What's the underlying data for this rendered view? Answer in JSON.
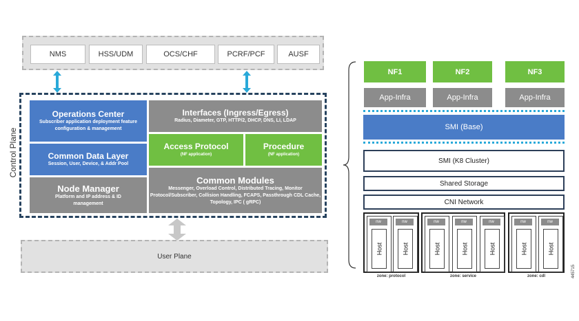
{
  "external_systems": [
    "NMS",
    "HSS/UDM",
    "OCS/CHF",
    "PCRF/PCF",
    "AUSF"
  ],
  "control_plane": {
    "label": "Control Plane",
    "operations_center": {
      "title": "Operations Center",
      "subtitle": "Subscriber application deployment feature configuration & management"
    },
    "common_data_layer": {
      "title": "Common Data Layer",
      "subtitle": "Session, User, Device, & Addr Pool"
    },
    "node_manager": {
      "title": "Node Manager",
      "subtitle": "Platform and IP address & ID management"
    },
    "interfaces": {
      "title": "Interfaces (Ingress/Egress)",
      "subtitle": "Radius, Diameter, GTP, HTTP/2, DHCP, DNS, LI, LDAP"
    },
    "access_protocol": {
      "title": "Access Protocol",
      "subtitle": "(NF application)"
    },
    "procedure": {
      "title": "Procedure",
      "subtitle": "(NF application)"
    },
    "common_modules": {
      "title": "Common Modules",
      "subtitle": "Messenger, Overload Control, Distributed Tracing, Monitor Protocol/Subscriber, Collision Handling, FCAPS, Passthrough CDL Cache, Topology, IPC ( gRPC)"
    }
  },
  "user_plane": {
    "label": "User Plane"
  },
  "right": {
    "nfs": [
      {
        "name": "NF1",
        "infra": "App-Infra"
      },
      {
        "name": "NF2",
        "infra": "App-Infra"
      },
      {
        "name": "NF3",
        "infra": "App-Infra"
      }
    ],
    "smi_base": "SMI (Base)",
    "smi_k8": "SMI (K8 Cluster)",
    "shared_storage": "Shared Storage",
    "cni_network": "CNI Network",
    "nw_label": "nw",
    "host_label": "Host",
    "zones": [
      {
        "label": "zone: protocol"
      },
      {
        "label": "zone: service"
      },
      {
        "label": "zone: cdl"
      }
    ],
    "figure_id": "445715"
  },
  "colors": {
    "blue": "#4a7cc7",
    "gray": "#8c8c8c",
    "green": "#70bf42",
    "navy_border": "#27435f",
    "arrow_cyan": "#29a9d9"
  }
}
